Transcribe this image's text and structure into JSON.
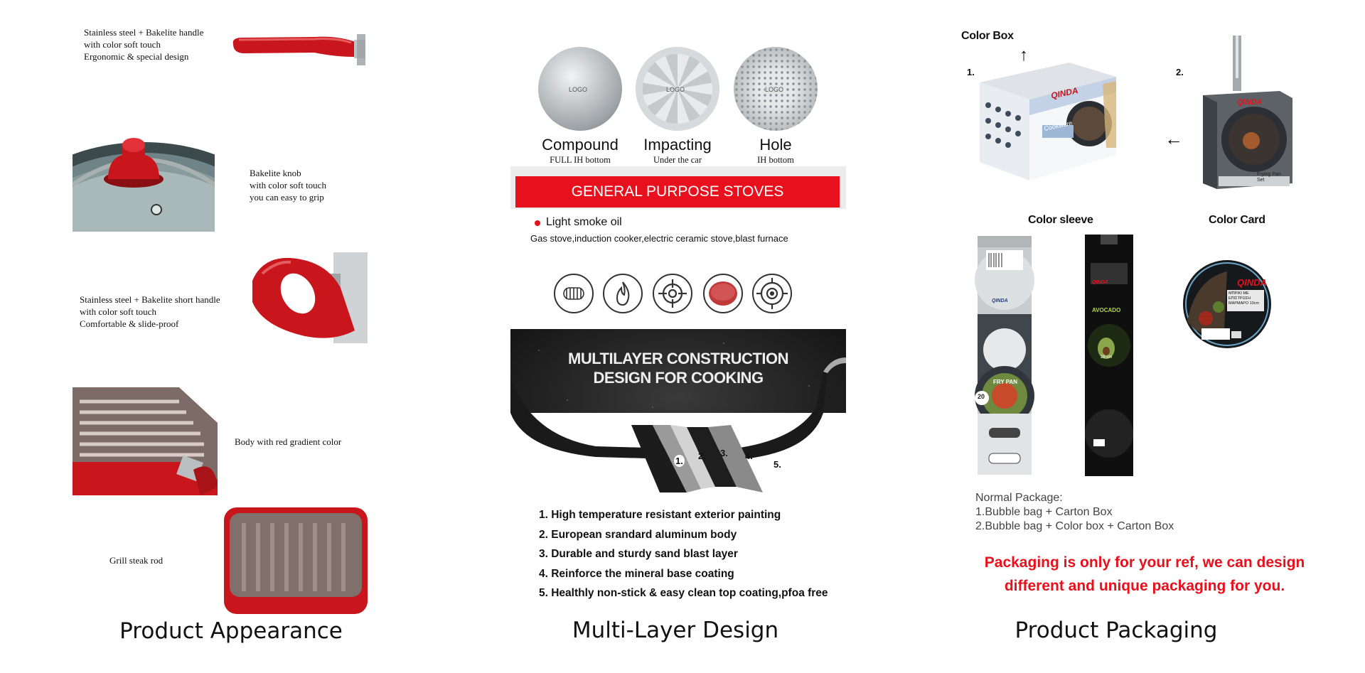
{
  "appearance": {
    "handle_text": [
      "Stainless steel + Bakelite handle",
      "with color soft touch",
      "Ergonomic & special design"
    ],
    "knob_text": [
      "Bakelite knob",
      "with color soft touch",
      "you can easy to grip"
    ],
    "short_handle_text": [
      "Stainless steel + Bakelite short  handle",
      "with color soft touch",
      "Comfortable & slide-proof"
    ],
    "body_text": "Body with red gradient color",
    "grill_text": "Grill steak rod",
    "caption": "Product Appearance"
  },
  "multilayer": {
    "bottoms": [
      {
        "name": "Compound",
        "sub": "FULL IH bottom",
        "logo": "LOGO"
      },
      {
        "name": "Impacting",
        "sub": "Under the car",
        "logo": "LOGO"
      },
      {
        "name": "Hole",
        "sub": "IH bottom",
        "logo": "LOGO"
      }
    ],
    "banner": "GENERAL PURPOSE STOVES",
    "smoke_title": "Light smoke oil",
    "smoke_sub": "Gas stove,induction cooker,electric ceramic stove,blast furnace",
    "construction_title": [
      "MULTILAYER CONSTRUCTION",
      "DESIGN FOR COOKING"
    ],
    "layer_numbers": [
      "1.",
      "2.",
      "3.",
      "4.",
      "5."
    ],
    "layers": [
      "1. High temperature resistant exterior painting",
      "2. European srandard aluminum body",
      "3. Durable and sturdy sand blast layer",
      "4. Reinforce the mineral base coating",
      "5. Healthly non-stick & easy clean top coating,pfoa free"
    ],
    "caption": "Multi-Layer Design"
  },
  "packaging": {
    "color_box": "Color Box",
    "num1": "1.",
    "num2": "2.",
    "arrow_up": "↑",
    "arrow_left": "←",
    "brand": "QINDA",
    "box_label": "Cookware",
    "card_label": "Frying Pan Set",
    "color_sleeve": "Color sleeve",
    "color_card": "Color Card",
    "sleeve1_label": "FRY PAN",
    "sleeve1_size": "20",
    "sleeve2_label": "AVOCADO",
    "sleeve2_size": "28 cm",
    "card_text": "ΜΠΡΙΚΙ ΜΕ ΕΠΙΣΤΡΩΣΗ ΜΑΡΜΑΡΟ 10cm",
    "normal_title": "Normal Package:",
    "normal_lines": [
      "1.Bubble bag + Carton Box",
      "2.Bubble bag + Color box + Carton Box"
    ],
    "note": [
      "Packaging is only for your ref, we can design",
      "different and unique packaging for you."
    ],
    "caption": "Product Packaging"
  },
  "colors": {
    "accent_red": "#e8101c",
    "bakelite_red": "#c8161c",
    "pan_dark": "#1c1c1c"
  }
}
